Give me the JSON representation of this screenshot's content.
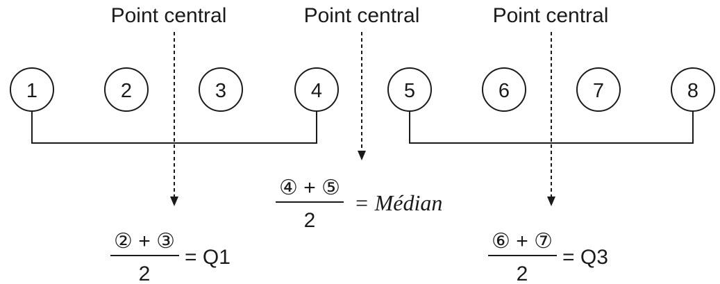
{
  "labels": {
    "center_left": "Point central",
    "center_mid": "Point central",
    "center_right": "Point central"
  },
  "nodes": [
    "1",
    "2",
    "3",
    "4",
    "5",
    "6",
    "7",
    "8"
  ],
  "formulas": {
    "q1": {
      "numerator": "② + ③",
      "denominator": "2",
      "result": "= Q1"
    },
    "median": {
      "numerator": "④ + ⑤",
      "denominator": "2",
      "result": "= Médian"
    },
    "q3": {
      "numerator": "⑥ + ⑦",
      "denominator": "2",
      "result": "= Q3"
    }
  }
}
